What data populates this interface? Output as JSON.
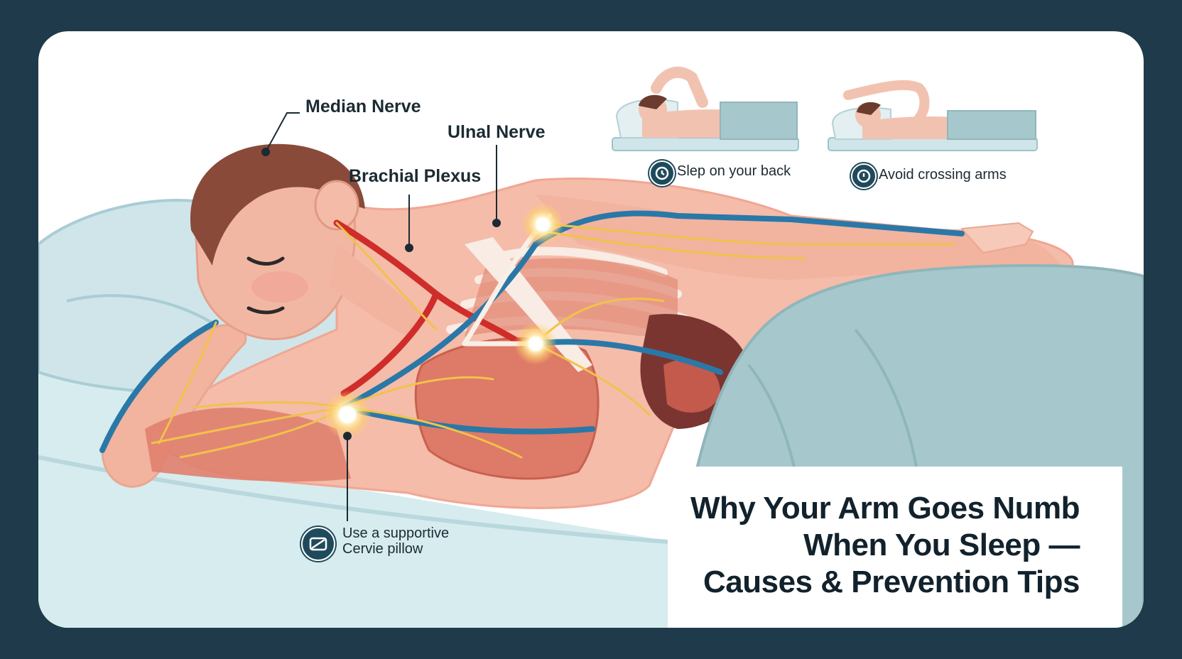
{
  "labels": {
    "median_nerve": "Median Nerve",
    "ulnal_nerve": "Ulnal Nerve",
    "brachial_plexus": "Brachial Plexus"
  },
  "tips": {
    "back": "Slep on your back",
    "arms": "Avoid crossing arms",
    "pillow_line1": "Use a supportive",
    "pillow_line2": "Cervie pillow"
  },
  "title": {
    "line1": "Why Your Arm Goes Numb",
    "line2": "When You Sleep —",
    "line3": "Causes & Prevention Tips"
  },
  "colors": {
    "frame": "#1f3a4a",
    "skin": "#f3b7a4",
    "muscle": "#e0806e",
    "nerve_blue": "#2a78a8",
    "artery_red": "#cf2d2a",
    "nerve_yellow": "#f1c24b",
    "blanket": "#a6c8cc",
    "icon": "#1e4a5c"
  }
}
